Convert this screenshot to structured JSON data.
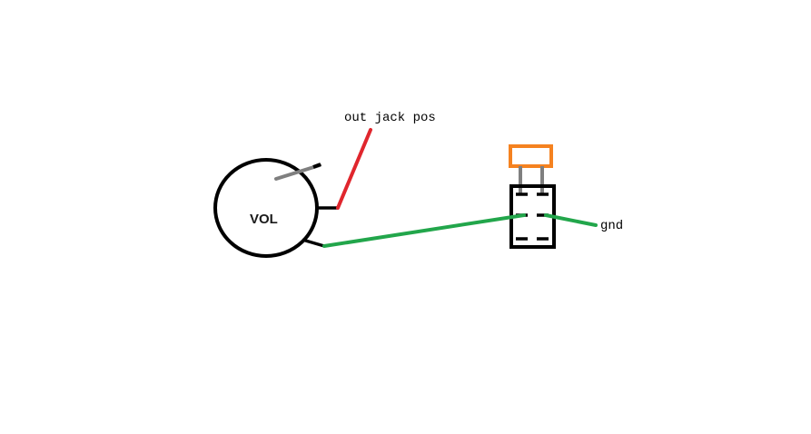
{
  "labels": {
    "pot": "VOL",
    "output": "out jack pos",
    "ground": "gnd"
  },
  "colors": {
    "background": "#ffffff",
    "outline": "#000000",
    "hot_wire": "#e0262d",
    "ground_wire": "#22a64b",
    "wiper": "#7f7f7f",
    "switch_lever": "#f58220",
    "switch_pins": "#7f7f7f"
  }
}
